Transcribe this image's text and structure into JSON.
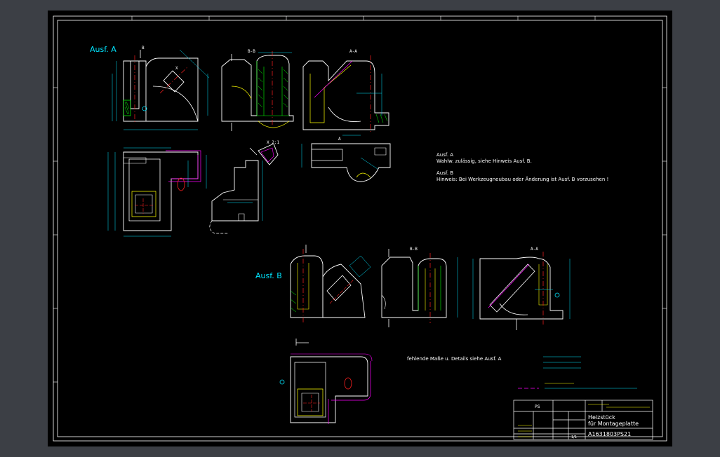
{
  "colors": {
    "background": "#3c3f45",
    "sheet": "#000000",
    "outline": "#ffffff",
    "cyan": "#00e5ff",
    "yellow": "#ffff00",
    "green": "#00ff00",
    "red": "#ff2020",
    "magenta": "#ff00ff"
  },
  "labels": {
    "ausf_a": "Ausf. A",
    "ausf_b": "Ausf. B",
    "sec_bb": "B-B",
    "sec_aa": "A-A",
    "sec_b": "B",
    "sec_a": "A",
    "detail_x": "X",
    "detail_x_scale": "X 2:1"
  },
  "notes": {
    "a_title": "Ausf. A",
    "a_text": "Wahlw. zulässig, siehe Hinweis Ausf. B.",
    "b_title": "Ausf. B",
    "b_text": "Hinweis: Bei Werkzeugneubau oder Änderung ist Ausf. B vorzusehen !",
    "missing_dims": "fehlende Maße u. Details siehe Ausf. A"
  },
  "title_block": {
    "part_name_1": "Heizstück",
    "part_name_2": "für Montageplatte",
    "drawing_number": "A1631803PS21",
    "material": "PS",
    "sheet": "1/1"
  }
}
